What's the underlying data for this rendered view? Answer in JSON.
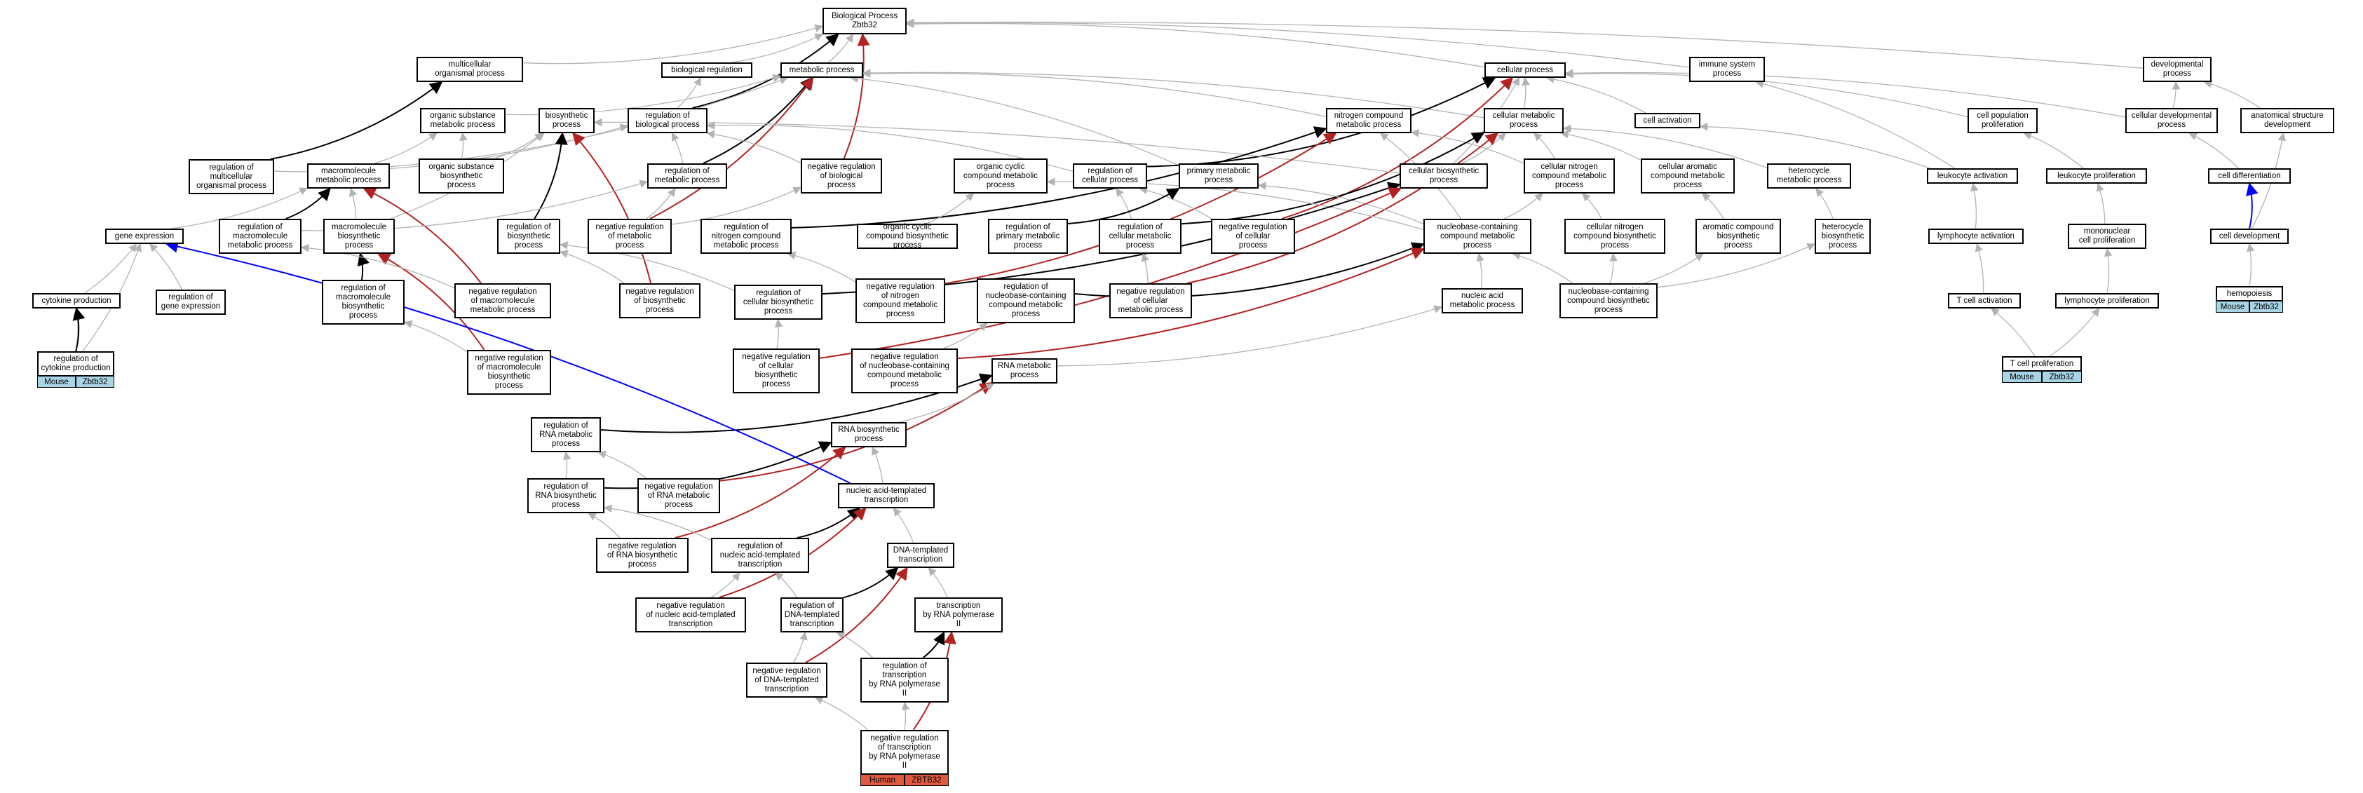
{
  "colors": {
    "gray": "#b3b3b3",
    "black": "#000000",
    "red": "#b22222",
    "blue": "#0000ff",
    "mouse": "#a8d4e6",
    "human": "#e15a40"
  },
  "nodes": [
    {
      "id": "bp",
      "label": "Biological Process\nZbtb32"
    },
    {
      "id": "multi",
      "label": "multicellular\norganismal process"
    },
    {
      "id": "bioreg",
      "label": "biological regulation"
    },
    {
      "id": "metab",
      "label": "metabolic process"
    },
    {
      "id": "cellproc",
      "label": "cellular process"
    },
    {
      "id": "immune",
      "label": "immune system\nprocess"
    },
    {
      "id": "devproc",
      "label": "developmental\nprocess"
    },
    {
      "id": "orgsubmet",
      "label": "organic substance\nmetabolic process"
    },
    {
      "id": "biosyn",
      "label": "biosynthetic\nprocess"
    },
    {
      "id": "regbio",
      "label": "regulation of\nbiological process"
    },
    {
      "id": "nitmet",
      "label": "nitrogen compound\nmetabolic process"
    },
    {
      "id": "cellmet",
      "label": "cellular metabolic\nprocess"
    },
    {
      "id": "cellact",
      "label": "cell activation"
    },
    {
      "id": "cellpopprol",
      "label": "cell population\nproliferation"
    },
    {
      "id": "celldevproc",
      "label": "cellular developmental\nprocess"
    },
    {
      "id": "anatdev",
      "label": "anatomical structure\ndevelopment"
    },
    {
      "id": "regmulti",
      "label": "regulation of\nmulticellular\norganismal process"
    },
    {
      "id": "macromet",
      "label": "macromolecule\nmetabolic process"
    },
    {
      "id": "orgsubbio",
      "label": "organic substance\nbiosynthetic\nprocess"
    },
    {
      "id": "regmet",
      "label": "regulation of\nmetabolic process"
    },
    {
      "id": "negregbio",
      "label": "negative regulation\nof biological\nprocess"
    },
    {
      "id": "orgcycmet",
      "label": "organic cyclic\ncompound metabolic\nprocess"
    },
    {
      "id": "regcell",
      "label": "regulation of\ncellular process"
    },
    {
      "id": "primmet",
      "label": "primary metabolic\nprocess"
    },
    {
      "id": "cellbio",
      "label": "cellular biosynthetic\nprocess"
    },
    {
      "id": "cellnitmet",
      "label": "cellular nitrogen\ncompound metabolic\nprocess"
    },
    {
      "id": "cellarom",
      "label": "cellular aromatic\ncompound metabolic\nprocess"
    },
    {
      "id": "hetmet",
      "label": "heterocycle\nmetabolic process"
    },
    {
      "id": "leukact",
      "label": "leukocyte activation"
    },
    {
      "id": "leukprol",
      "label": "leukocyte proliferation"
    },
    {
      "id": "celldiff",
      "label": "cell differentiation"
    },
    {
      "id": "geneexp",
      "label": "gene expression"
    },
    {
      "id": "regmacromet",
      "label": "regulation of\nmacromolecule\nmetabolic process"
    },
    {
      "id": "macrobio",
      "label": "macromolecule\nbiosynthetic\nprocess"
    },
    {
      "id": "regbiosyn",
      "label": "regulation of\nbiosynthetic\nprocess"
    },
    {
      "id": "negregmet",
      "label": "negative regulation\nof metabolic\nprocess"
    },
    {
      "id": "regnitmet",
      "label": "regulation of\nnitrogen compound\nmetabolic process"
    },
    {
      "id": "orgcycbio",
      "label": "organic cyclic\ncompound biosynthetic\nprocess"
    },
    {
      "id": "regprimmet",
      "label": "regulation of\nprimary metabolic\nprocess"
    },
    {
      "id": "regcellmet",
      "label": "regulation of\ncellular metabolic\nprocess"
    },
    {
      "id": "negregcell",
      "label": "negative regulation\nof cellular\nprocess"
    },
    {
      "id": "nucmet",
      "label": "nucleobase-containing\ncompound metabolic\nprocess"
    },
    {
      "id": "cellnitbio",
      "label": "cellular nitrogen\ncompound biosynthetic\nprocess"
    },
    {
      "id": "arombio",
      "label": "aromatic compound\nbiosynthetic\nprocess"
    },
    {
      "id": "hetbio",
      "label": "heterocycle\nbiosynthetic\nprocess"
    },
    {
      "id": "lymphact",
      "label": "lymphocyte activation"
    },
    {
      "id": "mononuc",
      "label": "mononuclear\ncell proliferation"
    },
    {
      "id": "celldev",
      "label": "cell development"
    },
    {
      "id": "cytoprod",
      "label": "cytokine production"
    },
    {
      "id": "reggeneexp",
      "label": "regulation of\ngene expression"
    },
    {
      "id": "regmacrobio",
      "label": "regulation of\nmacromolecule\nbiosynthetic\nprocess"
    },
    {
      "id": "negregmacromet",
      "label": "negative regulation\nof macromolecule\nmetabolic process"
    },
    {
      "id": "negregbiosyn",
      "label": "negative regulation\nof biosynthetic\nprocess"
    },
    {
      "id": "regcellbio",
      "label": "regulation of\ncellular biosynthetic\nprocess"
    },
    {
      "id": "negregnitmet",
      "label": "negative regulation\nof nitrogen\ncompound metabolic\nprocess"
    },
    {
      "id": "regnucmet",
      "label": "regulation of\nnucleobase-containing\ncompound metabolic\nprocess"
    },
    {
      "id": "negregcellmet",
      "label": "negative regulation\nof cellular\nmetabolic process"
    },
    {
      "id": "nucacidmet",
      "label": "nucleic acid\nmetabolic process"
    },
    {
      "id": "nucbio",
      "label": "nucleobase-containing\ncompound biosynthetic\nprocess"
    },
    {
      "id": "tcellact",
      "label": "T cell activation"
    },
    {
      "id": "lymphprol",
      "label": "lymphocyte proliferation"
    },
    {
      "id": "hemo",
      "label": "hemopoiesis"
    },
    {
      "id": "regcyto",
      "label": "regulation of\ncytokine production"
    },
    {
      "id": "negregmacrobio",
      "label": "negative regulation\nof macromolecule\nbiosynthetic\nprocess"
    },
    {
      "id": "negregcellbio",
      "label": "negative regulation\nof cellular\nbiosynthetic\nprocess"
    },
    {
      "id": "negregnucmet",
      "label": "negative regulation\nof nucleobase-containing\ncompound metabolic\nprocess"
    },
    {
      "id": "rnamet",
      "label": "RNA metabolic\nprocess"
    },
    {
      "id": "tcellprol",
      "label": "T cell proliferation"
    },
    {
      "id": "regrnamet",
      "label": "regulation of\nRNA metabolic\nprocess"
    },
    {
      "id": "rnabio",
      "label": "RNA biosynthetic\nprocess"
    },
    {
      "id": "regrnabio",
      "label": "regulation of\nRNA biosynthetic\nprocess"
    },
    {
      "id": "negregrnamet",
      "label": "negative regulation\nof RNA metabolic\nprocess"
    },
    {
      "id": "nucacidtemp",
      "label": "nucleic acid-templated\ntranscription"
    },
    {
      "id": "negregrnabio",
      "label": "negative regulation\nof RNA biosynthetic\nprocess"
    },
    {
      "id": "regnucacidtemp",
      "label": "regulation of\nnucleic acid-templated\ntranscription"
    },
    {
      "id": "dnatemp",
      "label": "DNA-templated\ntranscription"
    },
    {
      "id": "negregnucacidtemp",
      "label": "negative regulation\nof nucleic acid-templated\ntranscription"
    },
    {
      "id": "regdnatemp",
      "label": "regulation of\nDNA-templated\ntranscription"
    },
    {
      "id": "transpol2",
      "label": "transcription\nby RNA polymerase\nII"
    },
    {
      "id": "negregdnatemp",
      "label": "negative regulation\nof DNA-templated\ntranscription"
    },
    {
      "id": "regtranspol2",
      "label": "regulation of\ntranscription\nby RNA polymerase\nII"
    },
    {
      "id": "negregtranspol2",
      "label": "negative regulation\nof transcription\nby RNA polymerase\nII"
    }
  ],
  "tags": [
    {
      "id": "t_cyto",
      "node": "regcyto",
      "species": "Mouse",
      "gene": "Zbtb32",
      "kind": "mouse"
    },
    {
      "id": "t_tcell",
      "node": "tcellprol",
      "species": "Mouse",
      "gene": "Zbtb32",
      "kind": "mouse"
    },
    {
      "id": "t_hemo",
      "node": "hemo",
      "species": "Mouse",
      "gene": "Zbtb32",
      "kind": "mouse"
    },
    {
      "id": "t_human",
      "node": "negregtranspol2",
      "species": "Human",
      "gene": "ZBTB32",
      "kind": "human"
    }
  ],
  "edges": [
    [
      "multi",
      "bp",
      "gray"
    ],
    [
      "bioreg",
      "bp",
      "gray"
    ],
    [
      "metab",
      "bp",
      "gray"
    ],
    [
      "cellproc",
      "bp",
      "gray"
    ],
    [
      "immune",
      "bp",
      "gray"
    ],
    [
      "devproc",
      "bp",
      "gray"
    ],
    [
      "regbio",
      "bp",
      "black"
    ],
    [
      "negregbio",
      "bp",
      "red"
    ],
    [
      "orgsubmet",
      "metab",
      "gray"
    ],
    [
      "nitmet",
      "metab",
      "gray"
    ],
    [
      "cellmet",
      "metab",
      "gray"
    ],
    [
      "macromet",
      "metab",
      "gray"
    ],
    [
      "primmet",
      "metab",
      "gray"
    ],
    [
      "regmet",
      "metab",
      "black"
    ],
    [
      "negregmet",
      "metab",
      "red"
    ],
    [
      "regbio",
      "bioreg",
      "gray"
    ],
    [
      "regmulti",
      "multi",
      "black"
    ],
    [
      "regmulti",
      "regbio",
      "gray"
    ],
    [
      "cellmet",
      "cellproc",
      "gray"
    ],
    [
      "cellact",
      "cellproc",
      "gray"
    ],
    [
      "cellpopprol",
      "cellproc",
      "gray"
    ],
    [
      "celldevproc",
      "cellproc",
      "gray"
    ],
    [
      "cellbio",
      "cellproc",
      "gray"
    ],
    [
      "regcell",
      "cellproc",
      "black"
    ],
    [
      "negregcell",
      "cellproc",
      "red"
    ],
    [
      "leukact",
      "immune",
      "gray"
    ],
    [
      "leukact",
      "cellact",
      "gray"
    ],
    [
      "celldevproc",
      "devproc",
      "gray"
    ],
    [
      "anatdev",
      "devproc",
      "gray"
    ],
    [
      "macromet",
      "orgsubmet",
      "gray"
    ],
    [
      "orgsubbio",
      "orgsubmet",
      "gray"
    ],
    [
      "orgsubbio",
      "biosyn",
      "gray"
    ],
    [
      "cellbio",
      "biosyn",
      "gray"
    ],
    [
      "macrobio",
      "biosyn",
      "gray"
    ],
    [
      "regbiosyn",
      "biosyn",
      "black"
    ],
    [
      "negregbiosyn",
      "biosyn",
      "red"
    ],
    [
      "regmet",
      "regbio",
      "gray"
    ],
    [
      "negregbio",
      "regbio",
      "gray"
    ],
    [
      "regcell",
      "regbio",
      "gray"
    ],
    [
      "cellnitmet",
      "nitmet",
      "gray"
    ],
    [
      "nucmet",
      "nitmet",
      "gray"
    ],
    [
      "regnitmet",
      "nitmet",
      "black"
    ],
    [
      "negregnitmet",
      "nitmet",
      "red"
    ],
    [
      "cellbio",
      "cellmet",
      "gray"
    ],
    [
      "cellnitmet",
      "cellmet",
      "gray"
    ],
    [
      "cellarom",
      "cellmet",
      "gray"
    ],
    [
      "hetmet",
      "cellmet",
      "gray"
    ],
    [
      "regcellmet",
      "cellmet",
      "black"
    ],
    [
      "negregcellmet",
      "cellmet",
      "red"
    ],
    [
      "celldiff",
      "celldevproc",
      "gray"
    ],
    [
      "celldev",
      "celldiff",
      "blue"
    ],
    [
      "celldev",
      "anatdev",
      "gray"
    ],
    [
      "hemo",
      "celldev",
      "gray"
    ],
    [
      "leukprol",
      "cellpopprol",
      "gray"
    ],
    [
      "mononuc",
      "leukprol",
      "gray"
    ],
    [
      "lymphprol",
      "mononuc",
      "gray"
    ],
    [
      "lymphact",
      "leukact",
      "gray"
    ],
    [
      "tcellact",
      "lymphact",
      "gray"
    ],
    [
      "tcellprol",
      "tcellact",
      "gray"
    ],
    [
      "tcellprol",
      "lymphprol",
      "gray"
    ],
    [
      "geneexp",
      "macromet",
      "gray"
    ],
    [
      "macrobio",
      "macromet",
      "gray"
    ],
    [
      "regmacromet",
      "macromet",
      "black"
    ],
    [
      "negregmacromet",
      "macromet",
      "red"
    ],
    [
      "regmacromet",
      "regmet",
      "gray"
    ],
    [
      "negregmet",
      "regmet",
      "gray"
    ],
    [
      "negregmet",
      "negregbio",
      "gray"
    ],
    [
      "orgcycbio",
      "orgcycmet",
      "gray"
    ],
    [
      "nucmet",
      "orgcycmet",
      "gray"
    ],
    [
      "regcellmet",
      "regcell",
      "gray"
    ],
    [
      "negregcell",
      "regcell",
      "gray"
    ],
    [
      "regprimmet",
      "primmet",
      "black"
    ],
    [
      "nucmet",
      "primmet",
      "gray"
    ],
    [
      "nucmet",
      "cellnitmet",
      "gray"
    ],
    [
      "cellnitbio",
      "cellnitmet",
      "gray"
    ],
    [
      "arombio",
      "cellarom",
      "gray"
    ],
    [
      "hetbio",
      "hetmet",
      "gray"
    ],
    [
      "reggeneexp",
      "geneexp",
      "gray"
    ],
    [
      "regcyto",
      "cytoprod",
      "gray"
    ],
    [
      "cytoprod",
      "geneexp",
      "gray"
    ],
    [
      "regcyto",
      "geneexp",
      "gray"
    ],
    [
      "regmacrobio",
      "macrobio",
      "black"
    ],
    [
      "negregmacrobio",
      "macrobio",
      "red"
    ],
    [
      "negregmacromet",
      "regmacromet",
      "gray"
    ],
    [
      "negregbiosyn",
      "regbiosyn",
      "gray"
    ],
    [
      "regcellbio",
      "regbiosyn",
      "gray"
    ],
    [
      "regcellbio",
      "cellbio",
      "black"
    ],
    [
      "negregcellbio",
      "cellbio",
      "red"
    ],
    [
      "negregnitmet",
      "regnitmet",
      "gray"
    ],
    [
      "negregcellmet",
      "regcellmet",
      "gray"
    ],
    [
      "regnucmet",
      "nucmet",
      "black"
    ],
    [
      "negregnucmet",
      "nucmet",
      "red"
    ],
    [
      "nucacidmet",
      "nucmet",
      "gray"
    ],
    [
      "nucbio",
      "cellnitbio",
      "gray"
    ],
    [
      "nucbio",
      "arombio",
      "gray"
    ],
    [
      "nucbio",
      "hetbio",
      "gray"
    ],
    [
      "nucbio",
      "nucmet",
      "gray"
    ],
    [
      "regcyto",
      "cytoprod",
      "black"
    ],
    [
      "negregmacrobio",
      "regmacrobio",
      "gray"
    ],
    [
      "negregcellbio",
      "regcellbio",
      "gray"
    ],
    [
      "negregnucmet",
      "regnucmet",
      "gray"
    ],
    [
      "rnamet",
      "nucacidmet",
      "gray"
    ],
    [
      "regrnamet",
      "rnamet",
      "black"
    ],
    [
      "negregrnamet",
      "rnamet",
      "red"
    ],
    [
      "rnabio",
      "rnamet",
      "gray"
    ],
    [
      "regrnabio",
      "rnabio",
      "black"
    ],
    [
      "negregrnabio",
      "rnabio",
      "red"
    ],
    [
      "negregrnamet",
      "regrnamet",
      "gray"
    ],
    [
      "regrnabio",
      "regrnamet",
      "gray"
    ],
    [
      "nucacidtemp",
      "rnabio",
      "gray"
    ],
    [
      "regnucacidtemp",
      "nucacidtemp",
      "black"
    ],
    [
      "negregnucacidtemp",
      "nucacidtemp",
      "red"
    ],
    [
      "negregrnabio",
      "regrnabio",
      "gray"
    ],
    [
      "regnucacidtemp",
      "regrnabio",
      "gray"
    ],
    [
      "dnatemp",
      "nucacidtemp",
      "gray"
    ],
    [
      "regdnatemp",
      "dnatemp",
      "black"
    ],
    [
      "negregdnatemp",
      "dnatemp",
      "red"
    ],
    [
      "negregnucacidtemp",
      "regnucacidtemp",
      "gray"
    ],
    [
      "regdnatemp",
      "regnucacidtemp",
      "gray"
    ],
    [
      "transpol2",
      "dnatemp",
      "gray"
    ],
    [
      "regtranspol2",
      "transpol2",
      "black"
    ],
    [
      "negregtranspol2",
      "transpol2",
      "red"
    ],
    [
      "negregdnatemp",
      "regdnatemp",
      "gray"
    ],
    [
      "regtranspol2",
      "regdnatemp",
      "gray"
    ],
    [
      "negregtranspol2",
      "negregdnatemp",
      "gray"
    ],
    [
      "negregtranspol2",
      "regtranspol2",
      "gray"
    ],
    [
      "nucacidtemp",
      "geneexp",
      "blue"
    ]
  ]
}
